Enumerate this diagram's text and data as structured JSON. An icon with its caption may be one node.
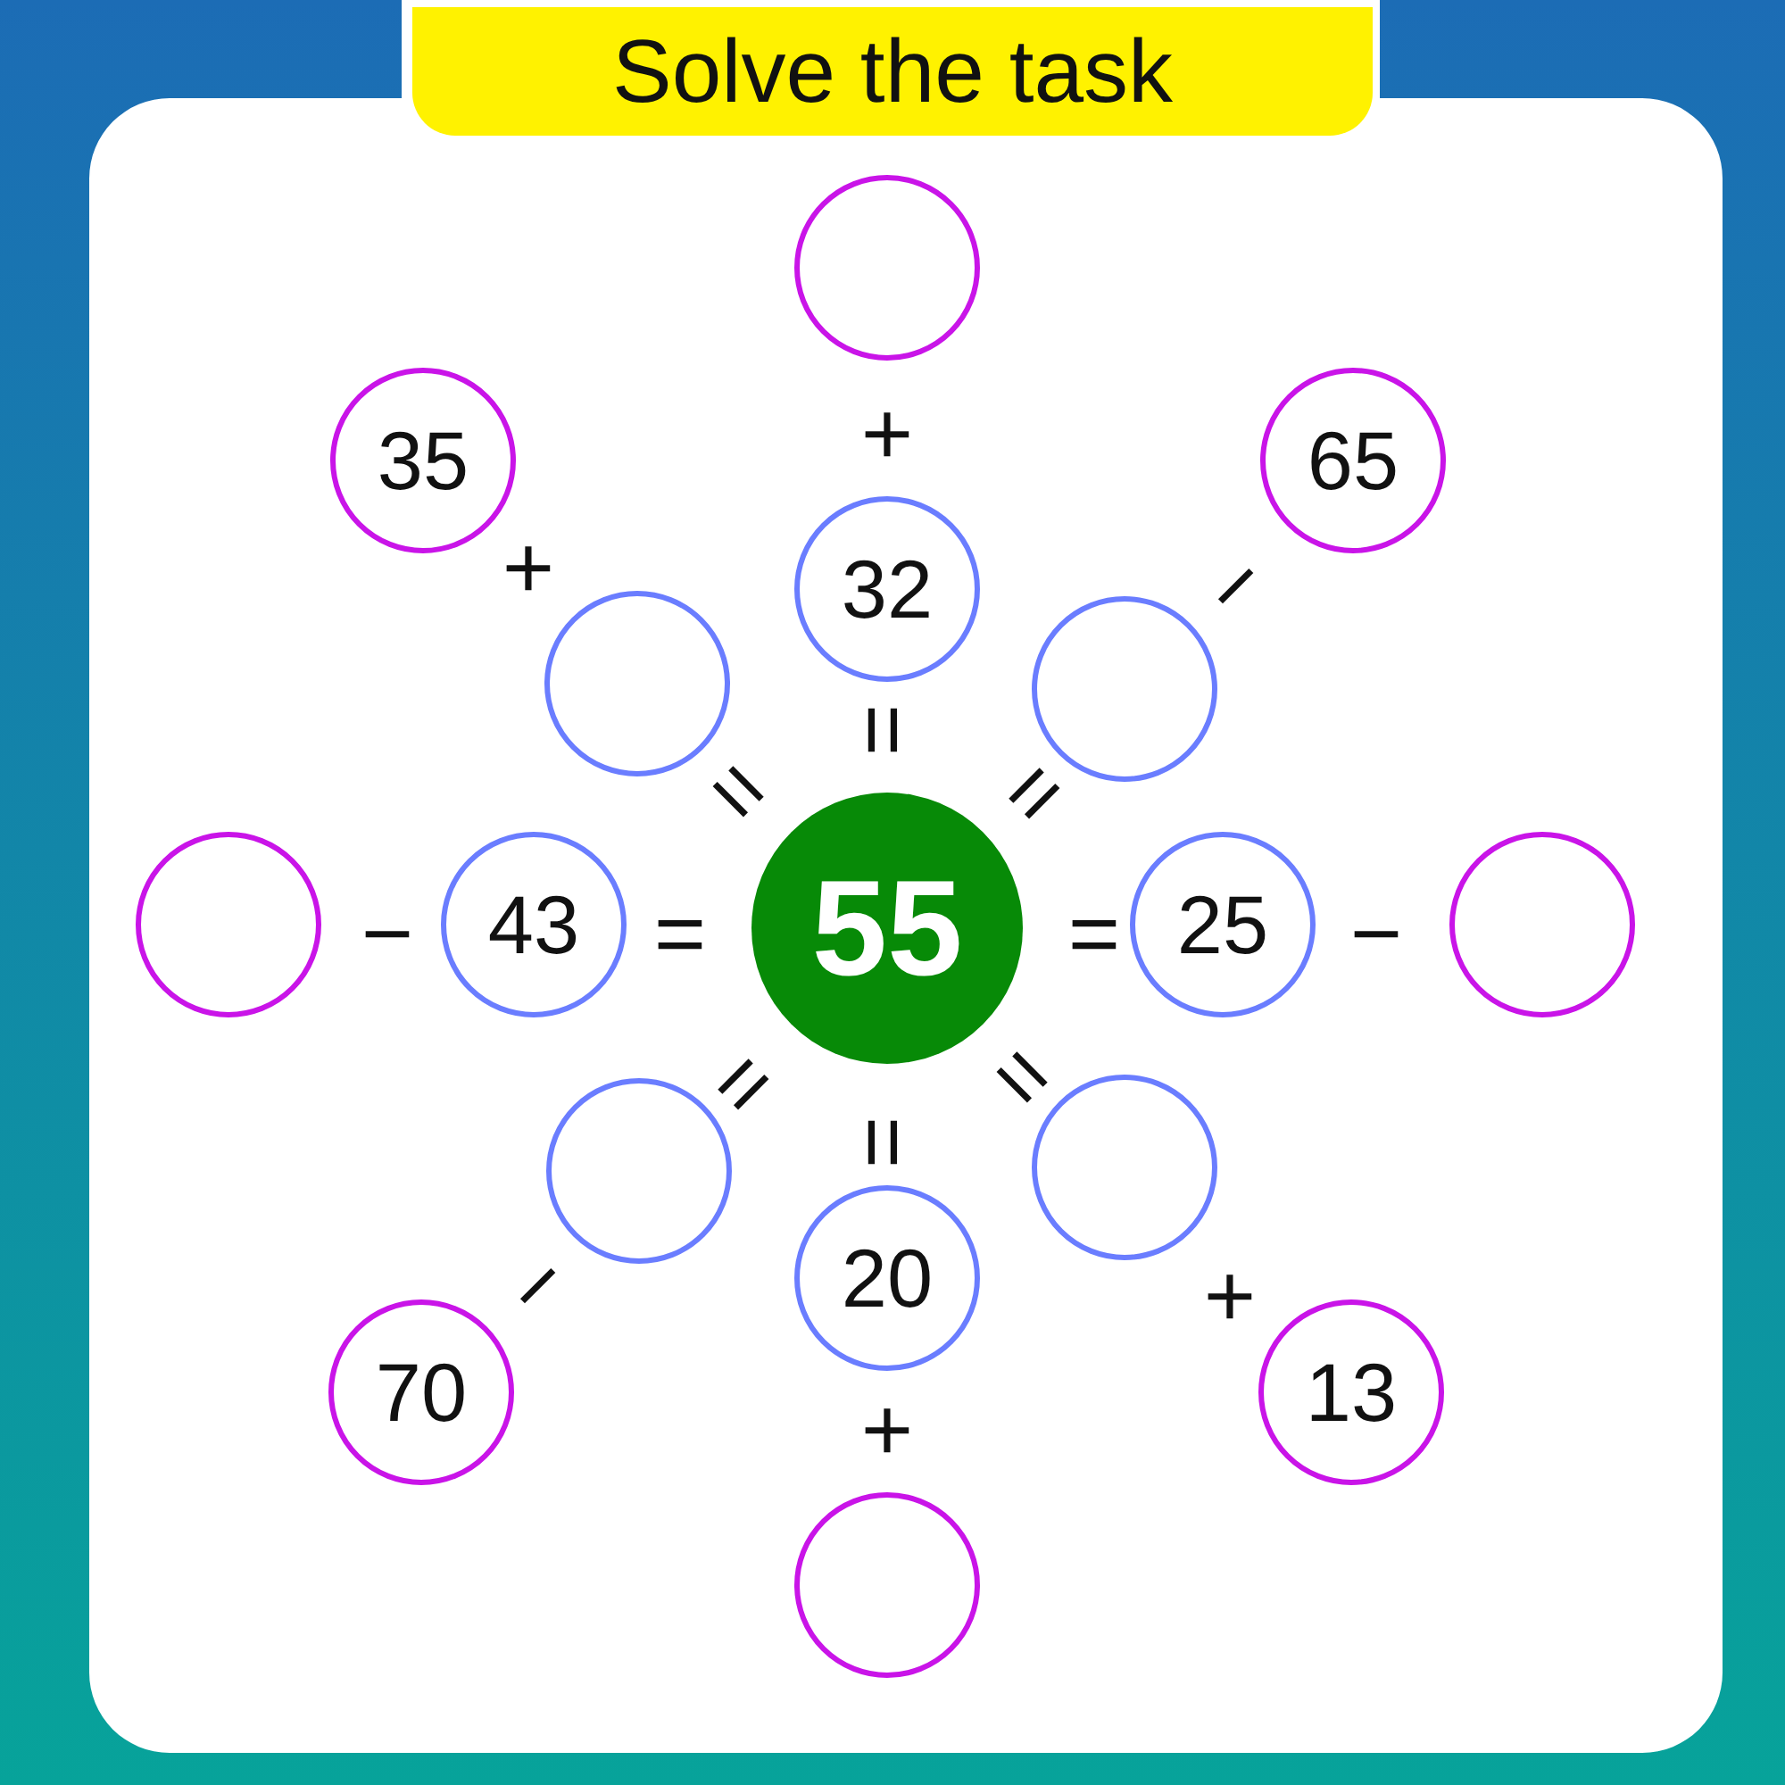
{
  "diagram": {
    "title": "Solve the task",
    "nodes": [
      {
        "text": [],
        "shape": "circle"
      },
      {
        "text": [
          "35"
        ]
      },
      {
        "text": [
          "65"
        ]
      },
      {
        "text": [
          "32"
        ]
      },
      {
        "text": [],
        "shape": "circle"
      },
      {
        "text": [],
        "shape": "circle"
      },
      {
        "text": [],
        "shape": "circle"
      },
      {
        "text": [
          "43"
        ]
      },
      {
        "text": [
          "55"
        ]
      },
      {
        "text": [
          "25"
        ]
      },
      {
        "text": [],
        "shape": "circle"
      },
      {
        "text": [],
        "shape": "circle"
      },
      {
        "text": [],
        "shape": "circle"
      },
      {
        "text": [
          "20"
        ]
      },
      {
        "text": [
          "70"
        ]
      },
      {
        "text": [
          "13"
        ]
      },
      {
        "text": [],
        "shape": "circle"
      }
    ],
    "labels": [
      "+",
      "+",
      "−",
      "=",
      "=",
      "=",
      "−",
      "=",
      "=",
      "−",
      "=",
      "=",
      "=",
      "−",
      "+",
      "+"
    ]
  }
}
